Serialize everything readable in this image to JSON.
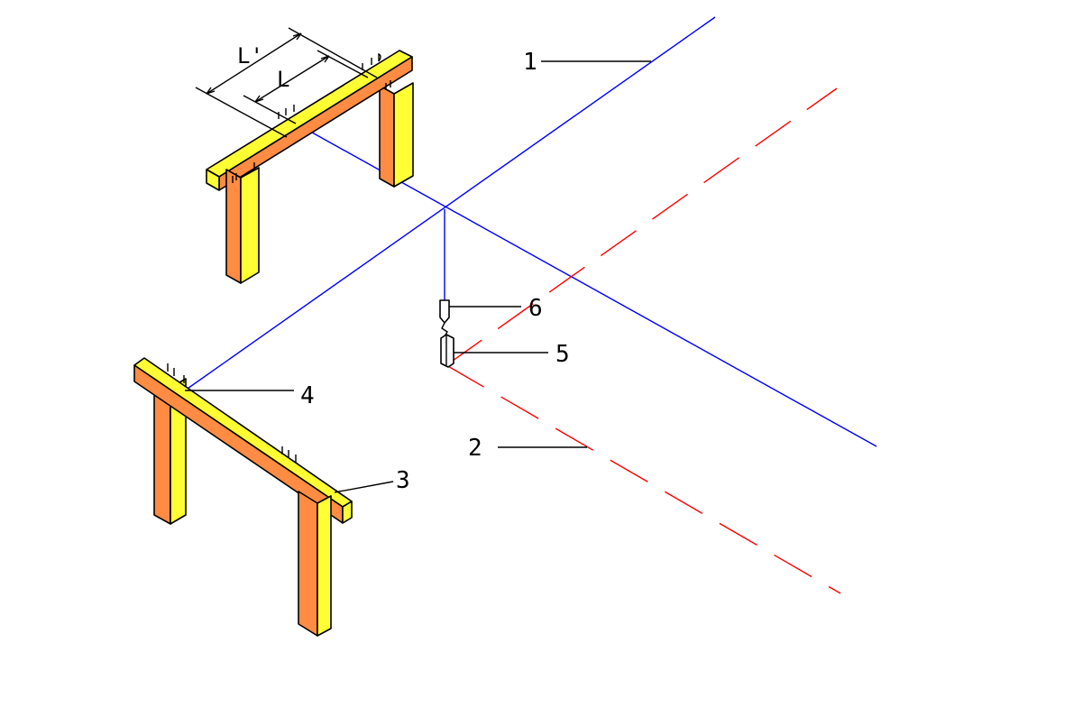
{
  "labels": {
    "n1": "1",
    "n2": "2",
    "n3": "3",
    "n4": "4",
    "n5": "5",
    "n6": "6",
    "dim_outer": "L'",
    "dim_inner": "L"
  },
  "colors": {
    "line_1": "#0000ff",
    "line_2": "#ff0000",
    "post_face": "#ff8c42",
    "beam_face": "#ffff33",
    "outline": "#000000",
    "background": "#ffffff"
  }
}
